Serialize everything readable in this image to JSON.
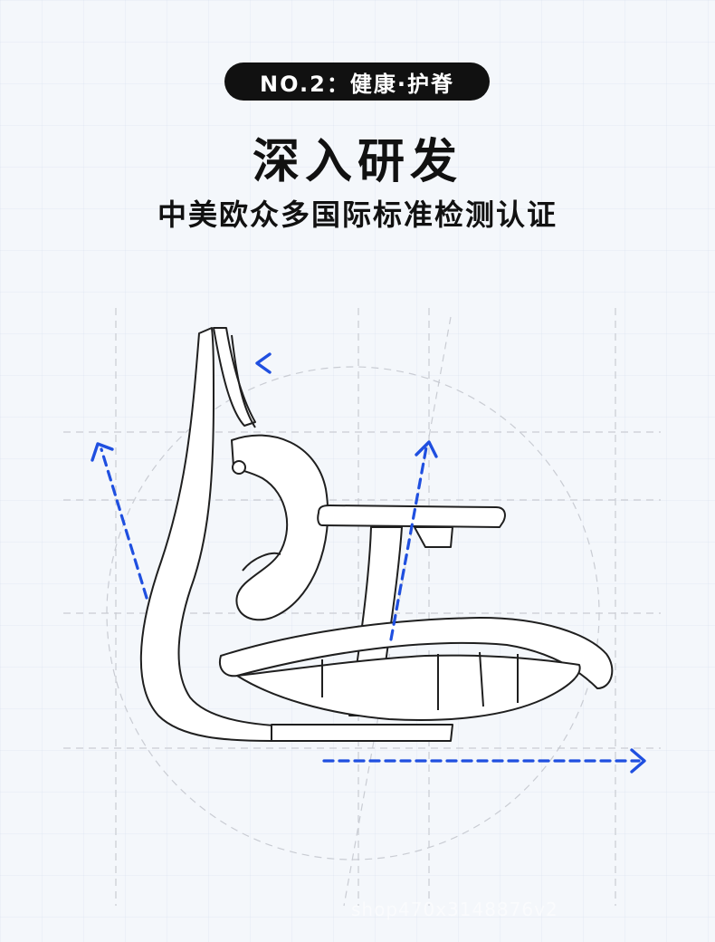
{
  "badge": {
    "label": "NO.2：健康·护脊"
  },
  "heading": {
    "title": "深入研发",
    "subtitle": "中美欧众多国际标准检测认证"
  },
  "watermark": {
    "text": "shop470x3148876v2"
  },
  "colors": {
    "arrow": "#1f4fe0",
    "outline": "#1f1f1f",
    "badge_bg": "#111111",
    "background": "#f4f7fb"
  },
  "icons": [
    "arrow-left-icon",
    "arrow-up-left-icon",
    "arrow-up-icon",
    "arrow-right-icon"
  ]
}
